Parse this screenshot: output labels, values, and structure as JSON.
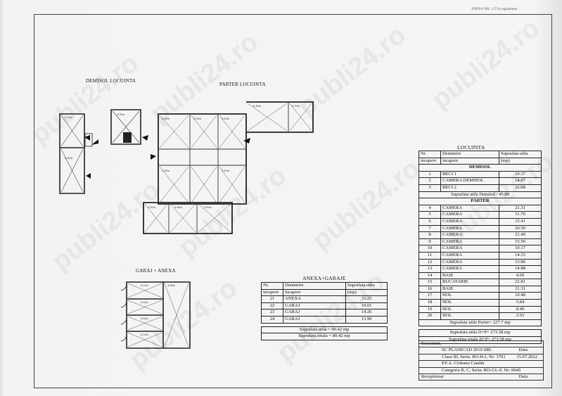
{
  "annex_note": "ANEXA NR. 1.37 la regulament",
  "watermark": "publi24.ro",
  "plans": {
    "demisol": "DEMISOL LOCUINTA",
    "parter": "PARTER LOCUINTA",
    "garaj": "GARAJ + ANEXA"
  },
  "locuinta": {
    "title": "LOCUINTA",
    "headers": [
      "Nr.",
      "Denumire",
      "Suprafata utila"
    ],
    "headers2": [
      "incapere",
      "incapere",
      "(mp)"
    ],
    "demisol_label": "DEMISOL",
    "demisol_rows": [
      [
        "1",
        "BECI 1",
        "19.37"
      ],
      [
        "2",
        "CAMERA DEMISOL",
        "14.87"
      ],
      [
        "3",
        "BECI 2",
        "11.64"
      ]
    ],
    "demisol_total": "Suprafata utila Demisol= 45.88",
    "parter_label": "PARTER",
    "parter_rows": [
      [
        "4",
        "CAMERA",
        "21.31"
      ],
      [
        "5",
        "CAMERA",
        "11.70"
      ],
      [
        "6",
        "CAMERA",
        "15.41"
      ],
      [
        "7",
        "CAMERA",
        "20.50"
      ],
      [
        "8",
        "CAMERA",
        "21.49"
      ],
      [
        "9",
        "CAMERA",
        "15.56"
      ],
      [
        "10",
        "CAMERA",
        "10.17"
      ],
      [
        "11",
        "CAMERA",
        "14.33"
      ],
      [
        "12",
        "CAMERA",
        "15.80"
      ],
      [
        "13",
        "CAMERA",
        "14.88"
      ],
      [
        "14",
        "BAIE",
        "4.69"
      ],
      [
        "15",
        "BUCATARIE",
        "22.81"
      ],
      [
        "16",
        "BAIE",
        "11.31"
      ],
      [
        "17",
        "HOL",
        "10.48"
      ],
      [
        "18",
        "HOL",
        "5.84"
      ],
      [
        "19",
        "HOL",
        "8.49"
      ],
      [
        "20",
        "HOL",
        "2.93"
      ]
    ],
    "parter_total": "Suprafata utila Parter= 227.7 mp",
    "util_total": "Suprafata utila D+P= 273.58 mp",
    "totala_total": "Suprafata totala D+P= 273.58 mp"
  },
  "anexa": {
    "title": "ANEXA+GARAJE",
    "headers": [
      "Nr.",
      "Denumire",
      "Suprafata utila"
    ],
    "headers2": [
      "incapere",
      "incapere",
      "(mp)"
    ],
    "rows": [
      [
        "21",
        "ANEXA",
        "33.25"
      ],
      [
        "22",
        "GARAJ",
        "19.01"
      ],
      [
        "23",
        "GARAJ",
        "14.26"
      ],
      [
        "24",
        "GARAJ",
        "13.90"
      ]
    ],
    "util_total": "Suprafata utila = 80.42 mp",
    "totala_total": "Suprafata totala = 80.42 mp"
  },
  "executant": {
    "label": "Executant,",
    "company": "SC PLANICAD 2010 SRL",
    "date_label": "Data",
    "clasa": "Clasa III, Seria: RO-B-J, Nr: 1701",
    "date": "15.07.2022",
    "pfa": "P.F.A. Ciobanu Catalin",
    "categoria": "Categoria B, C, Seria: RO-GL-F, Nr: 0049",
    "receptionat": "Receptionat",
    "data2": "Data"
  }
}
